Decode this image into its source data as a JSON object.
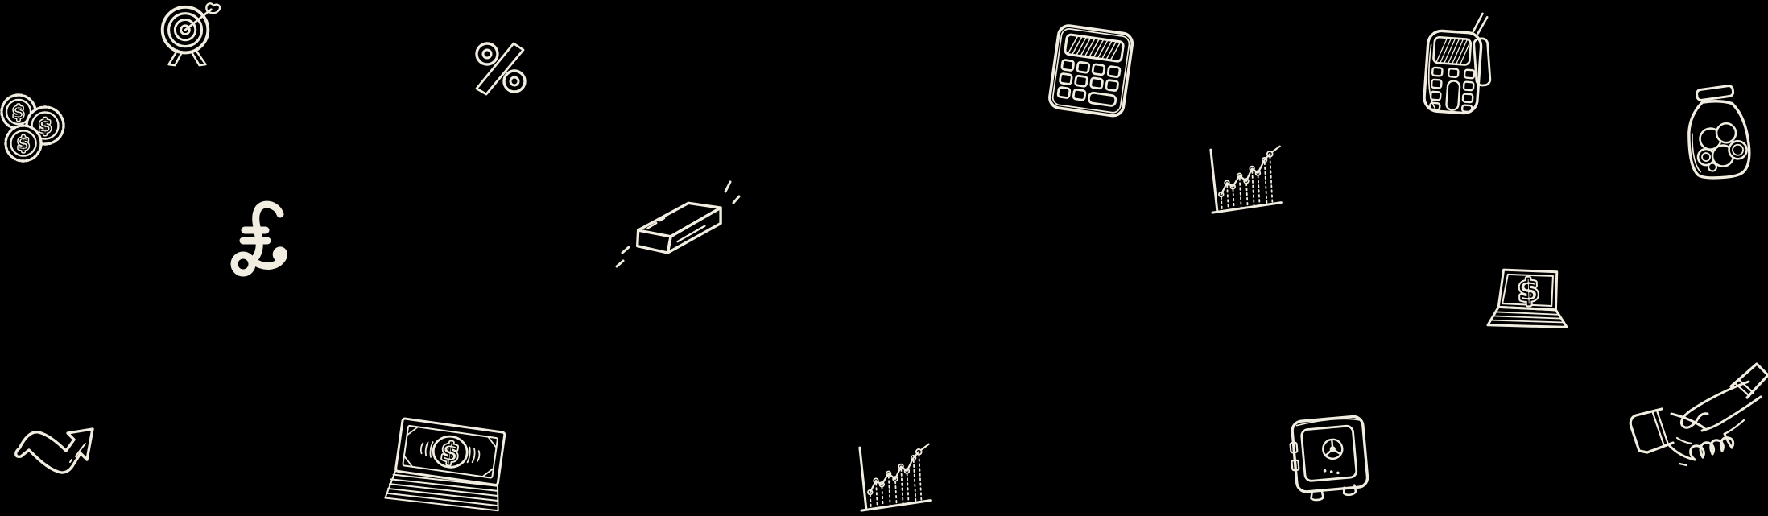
{
  "theme": {
    "background_color": "#000000",
    "icon_color": "#f2ede1"
  },
  "page": {
    "description": "Hand-drawn white finance doodle icons scattered on a black background"
  },
  "glyphs": {
    "dollar": "$",
    "pound": "£",
    "percent": "%"
  },
  "icons": [
    {
      "name": "dollar-coins-icon",
      "label": "three overlapping dollar coins"
    },
    {
      "name": "target-arrow-icon",
      "label": "dartboard target on stand hit by an arrow"
    },
    {
      "name": "percent-icon",
      "label": "percent sign"
    },
    {
      "name": "pound-sterling-icon",
      "label": "pound sterling symbol"
    },
    {
      "name": "gold-bar-icon",
      "label": "shining gold ingot"
    },
    {
      "name": "calculator-icon",
      "label": "calculator with keypad"
    },
    {
      "name": "line-chart-top-icon",
      "label": "rising line chart with point markers"
    },
    {
      "name": "mobile-phone-icon",
      "label": "mobile phone with antenna"
    },
    {
      "name": "coin-jar-icon",
      "label": "glass jar full of coins"
    },
    {
      "name": "laptop-dollar-icon",
      "label": "laptop with dollar sign on screen"
    },
    {
      "name": "safe-icon",
      "label": "safe with combination dial"
    },
    {
      "name": "handshake-icon",
      "label": "business handshake"
    },
    {
      "name": "growth-arrow-icon",
      "label": "zig-zag growth arrow pointing up"
    },
    {
      "name": "money-stack-icon",
      "label": "stack of dollar bills"
    },
    {
      "name": "line-chart-bottom-icon",
      "label": "rising line chart with point markers"
    }
  ]
}
